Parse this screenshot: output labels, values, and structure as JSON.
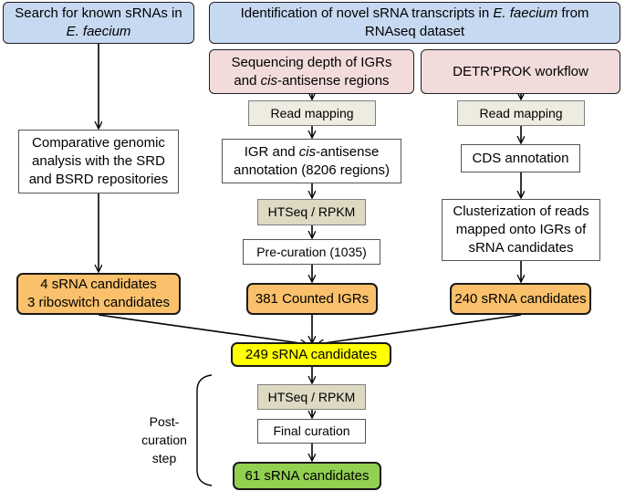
{
  "boxes": {
    "search_known": [
      "Search for known sRNAs in",
      "E. faecium"
    ],
    "identification": {
      "line1_pre": "Identification of novel sRNA transcripts in ",
      "line1_italic": "E. faecium",
      "line1_post": " from",
      "line2": "RNAseq dataset"
    },
    "seq_depth": {
      "line1": "Sequencing depth of IGRs",
      "line2_pre": "and ",
      "line2_italic": "cis",
      "line2_post": "-antisense regions"
    },
    "detr_prok": "DETR'PROK workflow",
    "comparative": [
      "Comparative genomic",
      "analysis with the SRD",
      "and BSRD repositories"
    ],
    "read_mapping_mid": "Read mapping",
    "read_mapping_right": "Read mapping",
    "igr_annotation": {
      "line1_pre": "IGR and ",
      "line1_italic": "cis",
      "line1_post": "-antisense",
      "line2": "annotation (8206 regions)"
    },
    "cds_annotation": "CDS annotation",
    "htseq_mid": "HTSeq / RPKM",
    "clusterization": [
      "Clusterization of reads",
      "mapped onto IGRs of",
      "sRNA candidates"
    ],
    "pre_curation": "Pre-curation (1035)",
    "known_candidates": [
      "4 sRNA candidates",
      "3 riboswitch candidates"
    ],
    "counted_igrs": "381 Counted IGRs",
    "right_candidates": "240 sRNA candidates",
    "merged_candidates": "249 sRNA candidates",
    "htseq_post": "HTSeq / RPKM",
    "final_curation": "Final curation",
    "final_candidates": "61 sRNA candidates"
  },
  "labels": {
    "post_curation": [
      "Post-curation",
      "step"
    ]
  },
  "colors": {
    "header_blue": "#c6d9f1",
    "workflow_pink": "#f2dcdb",
    "step_beige": "#eeece1",
    "tool_tan": "#ddd9c3",
    "result_orange": "#fac06b",
    "merged_yellow": "#ffff00",
    "final_green": "#92d050"
  }
}
